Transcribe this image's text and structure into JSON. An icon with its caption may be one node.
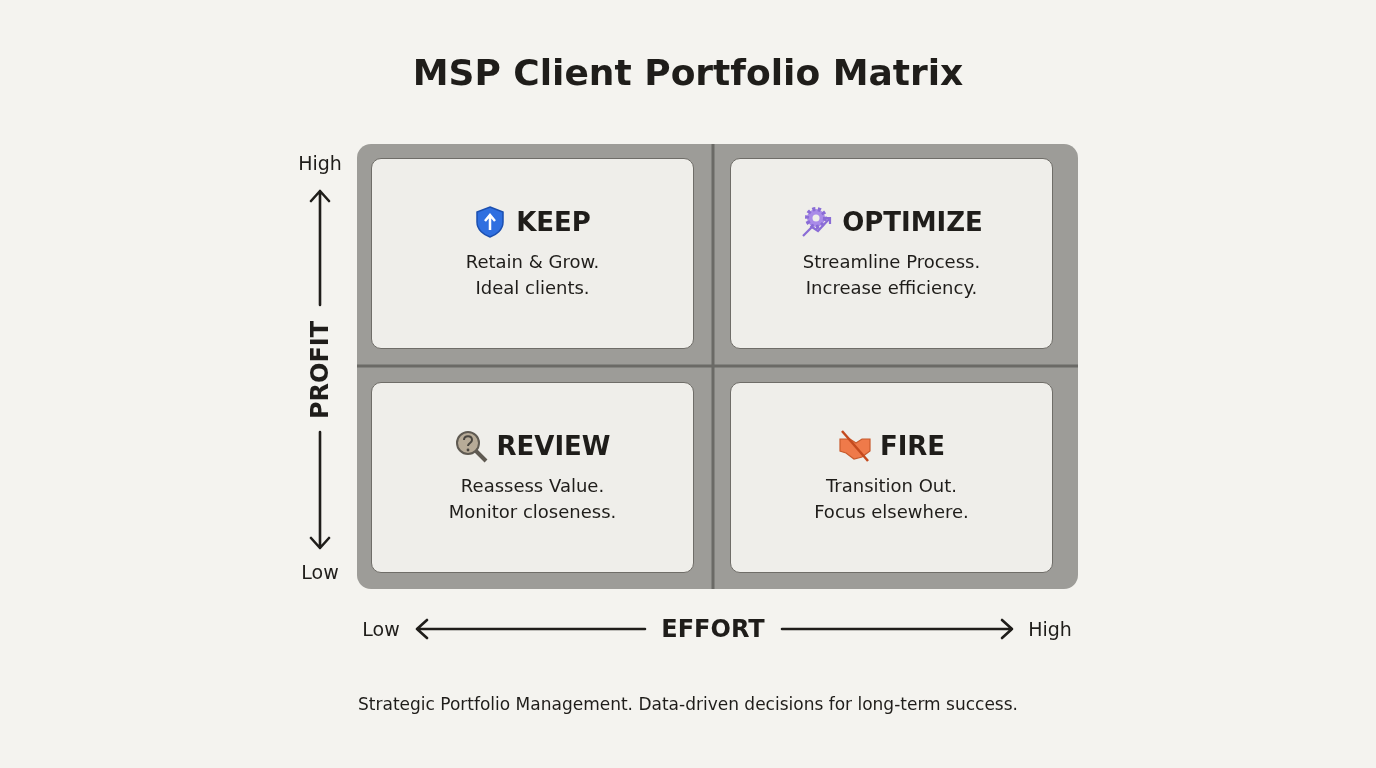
{
  "diagram": {
    "title": "MSP Client Portfolio Matrix",
    "caption": "Strategic Portfolio Management. Data-driven decisions for long-term success.",
    "nodes": [
      {
        "text": [
          "KEEP",
          "Retain & Grow. Ideal clients."
        ]
      },
      {
        "text": [
          "OPTIMIZE",
          "Streamline Process. Increase efficiency."
        ]
      },
      {
        "text": [
          "REVIEW",
          "Reassess Value. Monitor closeness."
        ]
      },
      {
        "text": [
          "FIRE",
          "Transition Out. Focus elsewhere."
        ]
      }
    ],
    "labels": [
      "High",
      "PROFIT",
      "Low",
      "Low",
      "EFFORT",
      "High"
    ]
  }
}
